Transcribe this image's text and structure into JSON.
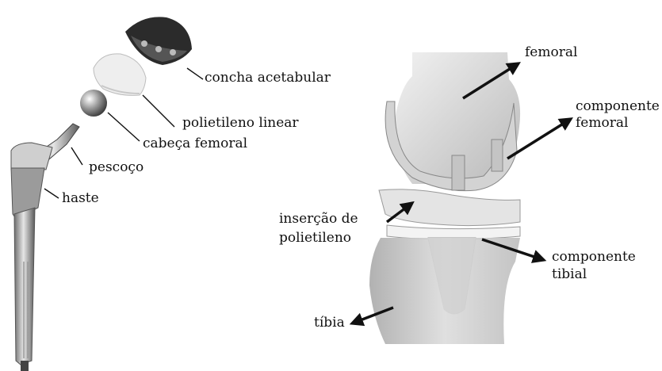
{
  "hip": {
    "labels": {
      "acetabular_shell": "concha acetabular",
      "polyethylene_liner": "polietileno linear",
      "femoral_head": "cabeça femoral",
      "neck": "pescoço",
      "stem": "haste"
    }
  },
  "knee": {
    "labels": {
      "femur": "femoral",
      "femoral_component_line1": "componente",
      "femoral_component_line2": "femoral",
      "insert_line1": "inserção de",
      "insert_line2": "polietileno",
      "tibial_component_line1": "componente",
      "tibial_component_line2": "tibial",
      "tibia": "tíbia"
    }
  },
  "colors": {
    "text": "#111111",
    "arrow": "#111111",
    "bone": "#d9d9d9",
    "metal": "#9a9a9a",
    "shell": "#2b2b2b"
  }
}
